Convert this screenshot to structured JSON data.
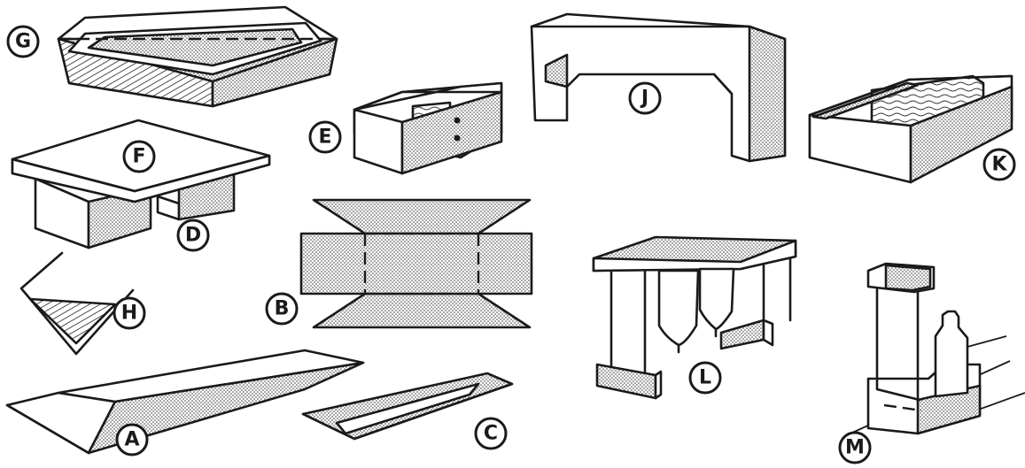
{
  "labels": {
    "A": "A",
    "B": "B",
    "C": "C",
    "D": "D",
    "E": "E",
    "F": "F",
    "G": "G",
    "H": "H",
    "J": "J",
    "K": "K",
    "L": "L",
    "M": "M"
  },
  "colors": {
    "ink": "#1a1a1a",
    "paper": "#ffffff"
  }
}
